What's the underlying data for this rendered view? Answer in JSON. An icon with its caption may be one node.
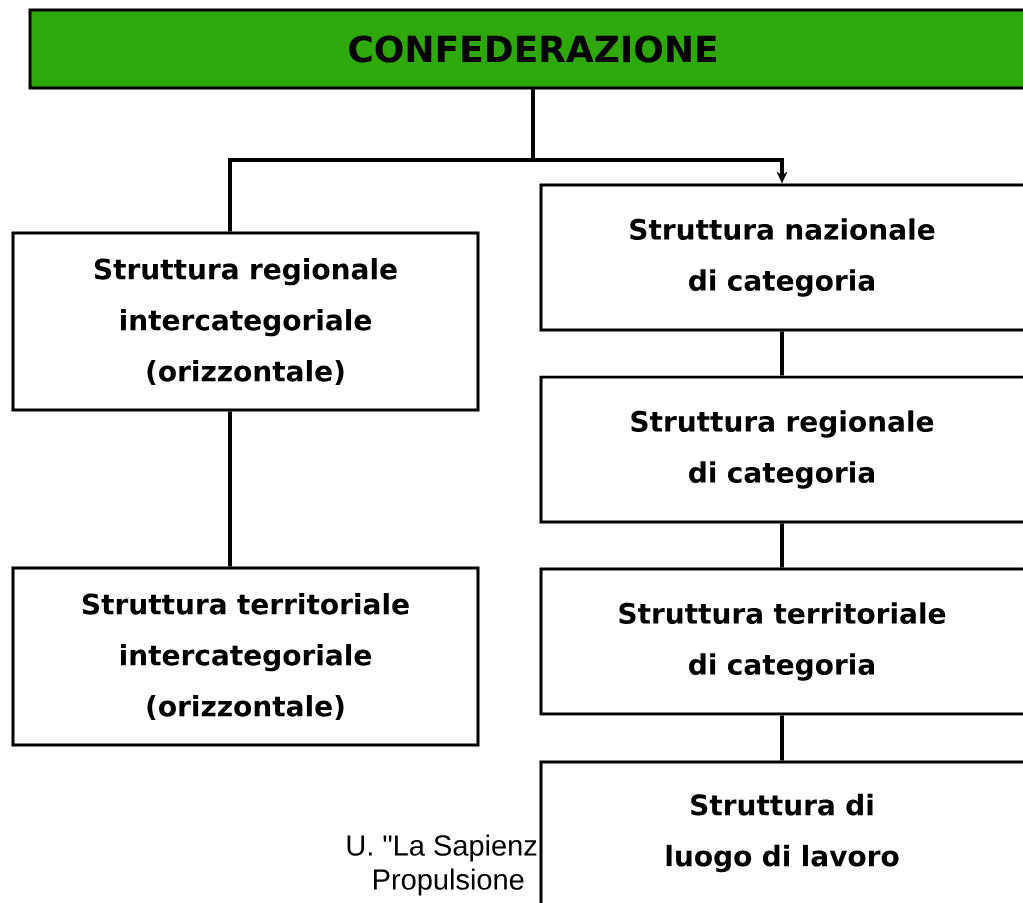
{
  "diagram": {
    "nodes": [
      {
        "text": [
          "CONFEDERAZIONE"
        ]
      },
      {
        "text": [
          "Struttura regionale intercategoriale (orizzontale)"
        ]
      },
      {
        "text": [
          "Struttura nazionale di categoria"
        ]
      },
      {
        "text": [
          "Struttura regionale di categoria"
        ]
      },
      {
        "text": [
          "Struttura territoriale intercategoriale (orizzontale)"
        ]
      },
      {
        "text": [
          "Struttura territoriale di categoria"
        ]
      },
      {
        "text": [
          "Struttura di luogo di lavoro"
        ]
      }
    ],
    "edges": [
      {
        "from": 0,
        "to": 1,
        "arrow": "none"
      },
      {
        "from": 0,
        "to": 2,
        "arrow": "to"
      },
      {
        "from": 1,
        "to": 4,
        "arrow": "none"
      },
      {
        "from": 2,
        "to": 3,
        "arrow": "none"
      },
      {
        "from": 3,
        "to": 5,
        "arrow": "none"
      },
      {
        "from": 5,
        "to": 6,
        "arrow": "none"
      }
    ],
    "labels": [
      "U. \"La Sapienz",
      "Propulsione"
    ]
  }
}
